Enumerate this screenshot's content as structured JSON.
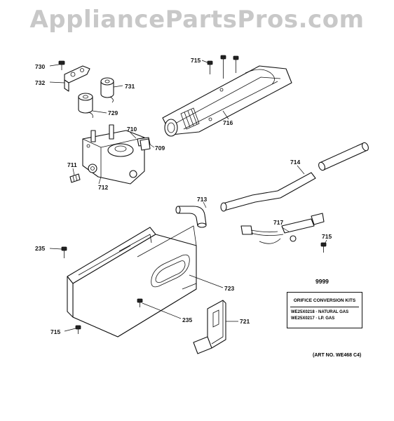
{
  "watermark": "AppliancePartsPros.com",
  "labels": {
    "p730": "730",
    "p732": "732",
    "p731": "731",
    "p729": "729",
    "p715a": "715",
    "p716": "716",
    "p710": "710",
    "p709": "709",
    "p711": "711",
    "p712": "712",
    "p714": "714",
    "p713": "713",
    "p717": "717",
    "p715b": "715",
    "p235a": "235",
    "p723": "723",
    "p235b": "235",
    "p715c": "715",
    "p721": "721"
  },
  "kit": {
    "number": "9999",
    "title": "ORIFICE CONVERSION KITS",
    "line1": "WE25X0218 · NATURAL GAS",
    "line2": "WE25X0217 · LP. GAS"
  },
  "art_no": "(ART NO. WE468 C4)"
}
